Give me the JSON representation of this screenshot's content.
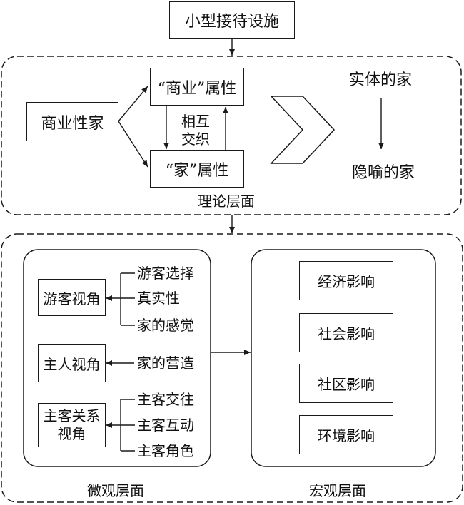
{
  "top": {
    "title": "小型接待设施"
  },
  "theory": {
    "label": "理论层面",
    "commercial_home": "商业性家",
    "commercial_attr": "“商业”属性",
    "home_attr": "“家”属性",
    "interweave": [
      "相互",
      "交织"
    ],
    "physical_home": "实体的家",
    "metaphor_home": "隐喻的家"
  },
  "micro": {
    "label": "微观层面",
    "guest_view": "游客视角",
    "guest_items": [
      "游客选择",
      "真实性",
      "家的感觉"
    ],
    "host_view": "主人视角",
    "host_items": [
      "家的营造"
    ],
    "relation_view": [
      "主客关系",
      "视角"
    ],
    "relation_items": [
      "主客交往",
      "主客互动",
      "主客角色"
    ]
  },
  "macro": {
    "label": "宏观层面",
    "impacts": [
      "经济影响",
      "社会影响",
      "社区影响",
      "环境影响"
    ]
  }
}
